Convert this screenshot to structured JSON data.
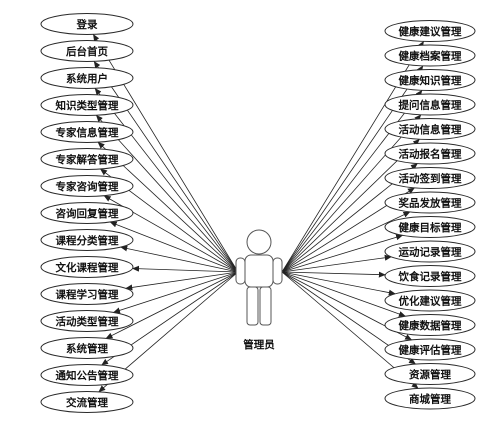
{
  "actor": {
    "label": "管理员"
  },
  "left_use_cases": [
    "登录",
    "后台首页",
    "系统用户",
    "知识类型管理",
    "专家信息管理",
    "专家解答管理",
    "专家咨询管理",
    "咨询回复管理",
    "课程分类管理",
    "文化课程管理",
    "课程学习管理",
    "活动类型管理",
    "系统管理",
    "通知公告管理",
    "交流管理"
  ],
  "right_use_cases": [
    "健康建议管理",
    "健康档案管理",
    "健康知识管理",
    "提问信息管理",
    "活动信息管理",
    "活动报名管理",
    "活动签到管理",
    "奖品发放管理",
    "健康目标管理",
    "运动记录管理",
    "饮食记录管理",
    "优化建议管理",
    "健康数据管理",
    "健康评估管理",
    "资源管理",
    "商城管理"
  ]
}
